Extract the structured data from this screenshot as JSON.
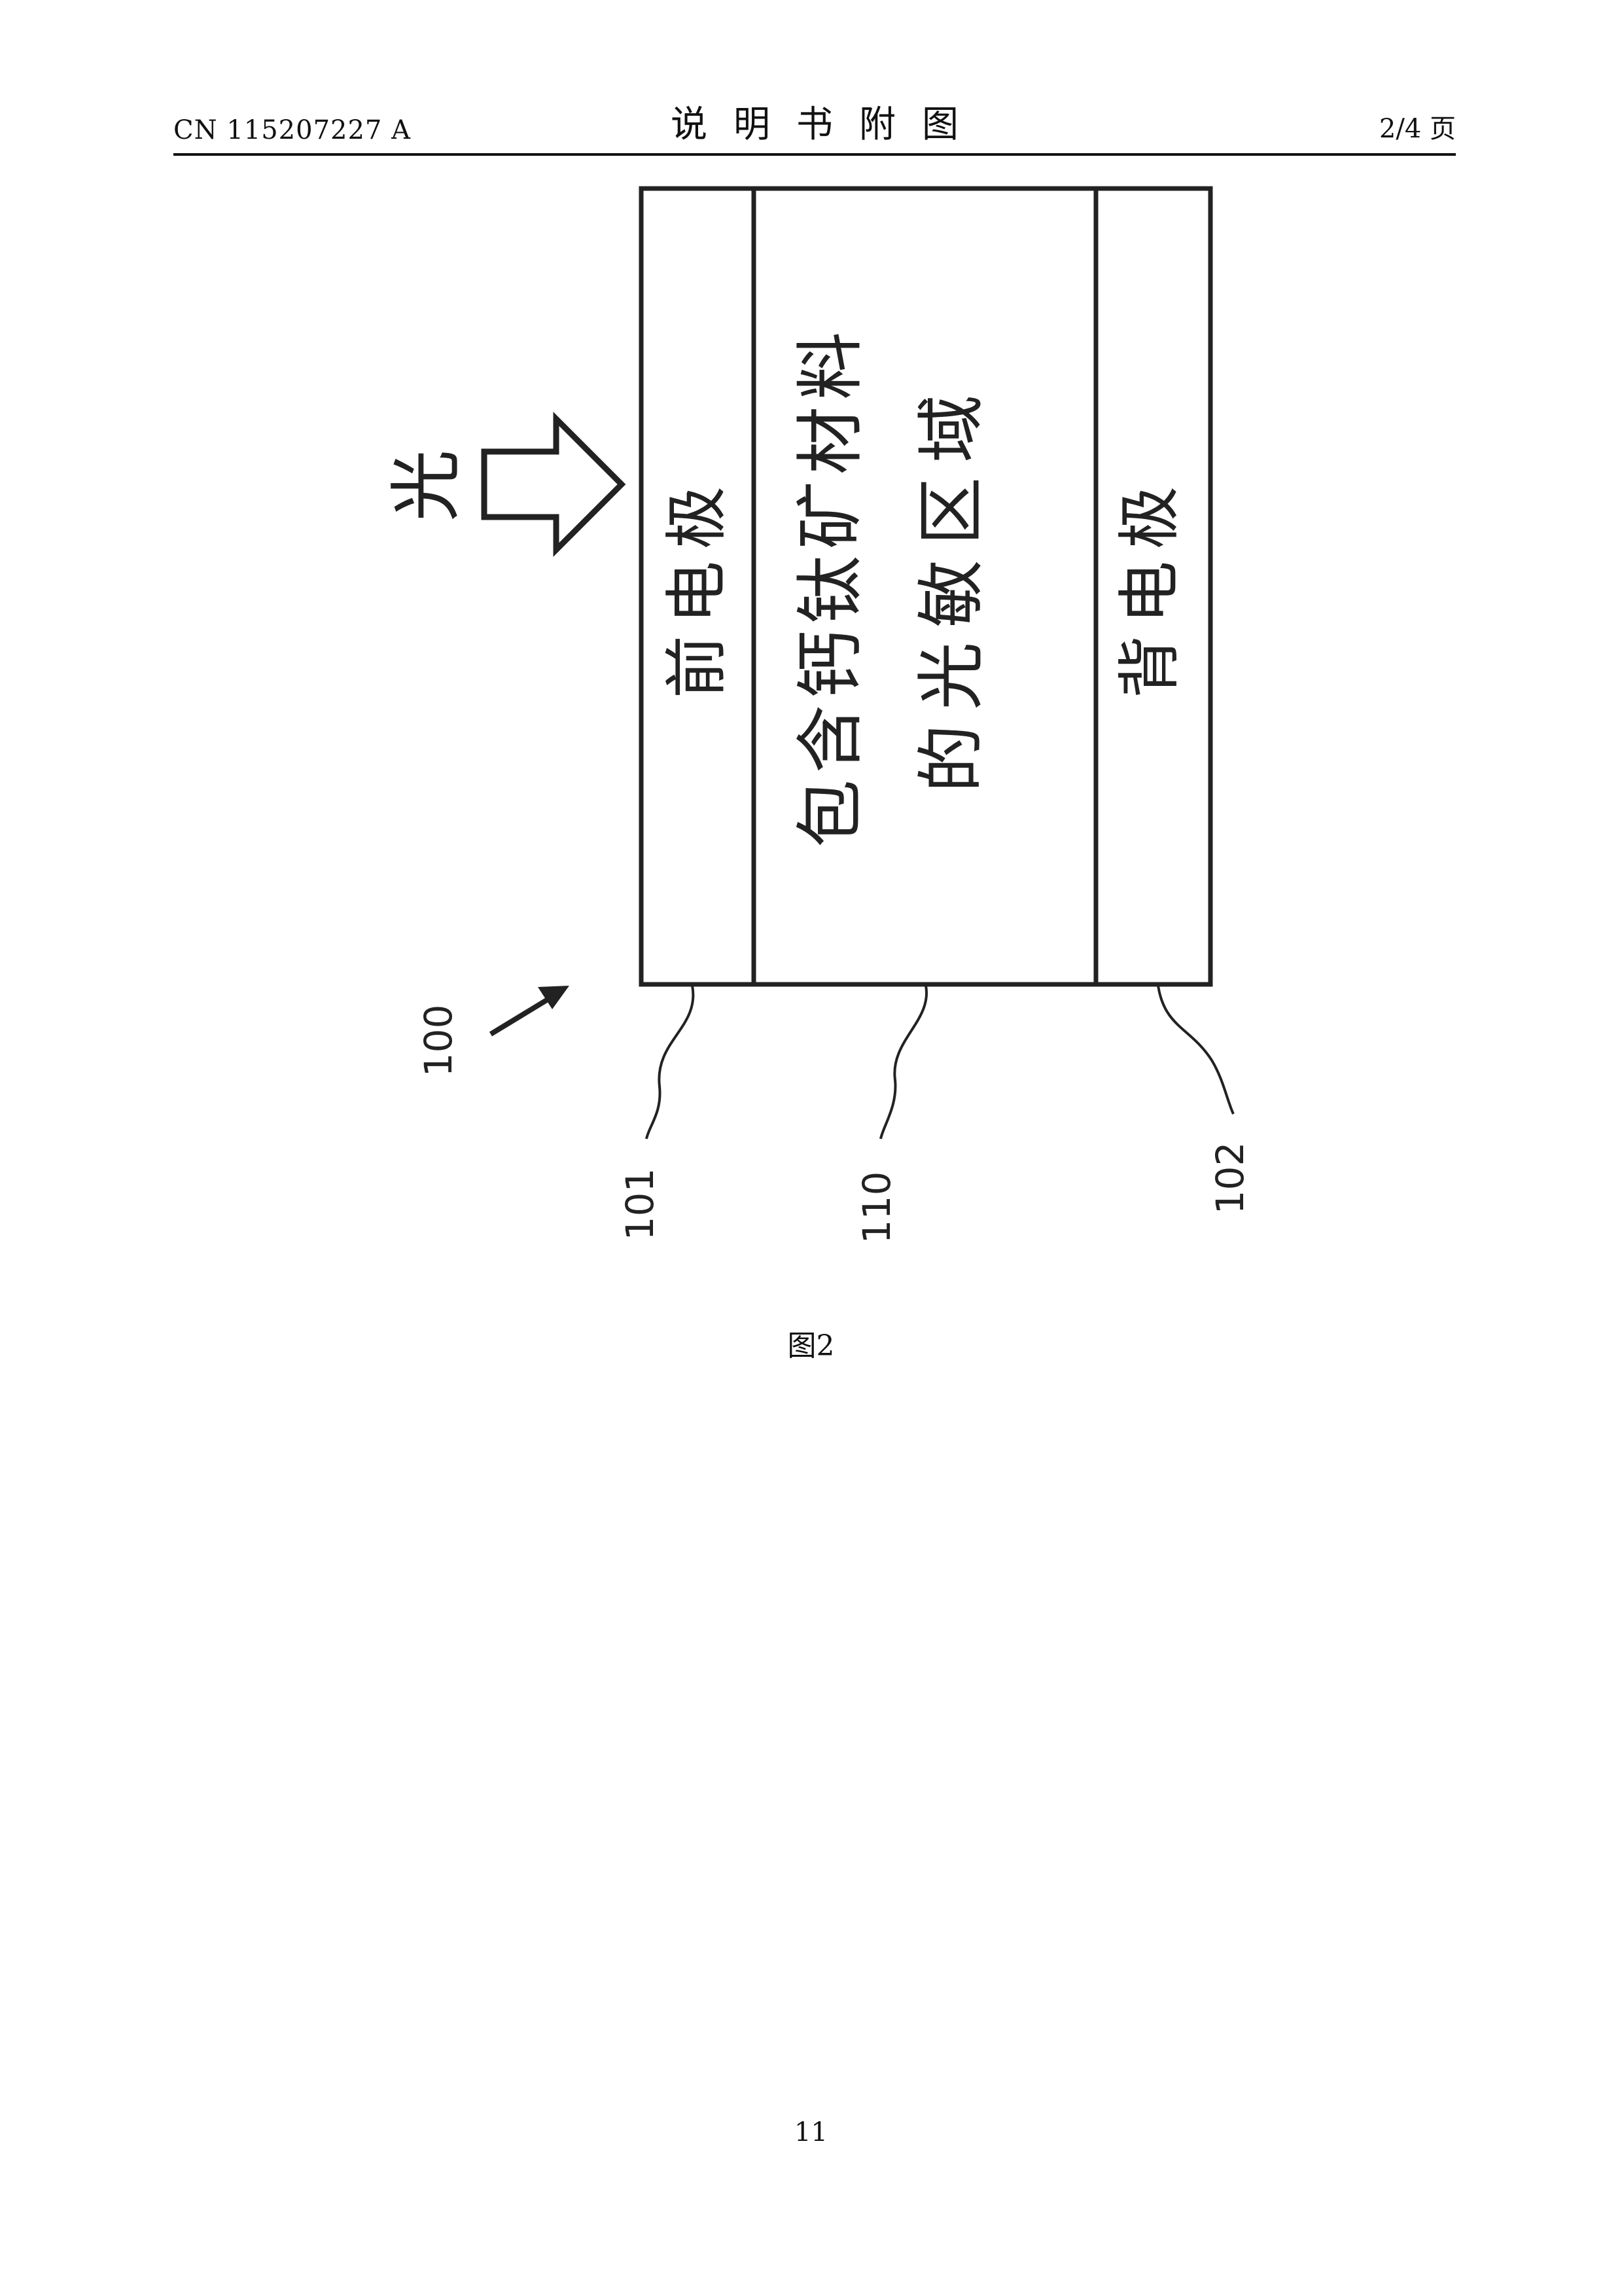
{
  "header": {
    "publication_number": "CN 115207227 A",
    "section_title": "说明书附图",
    "page_indicator": "2/4 页"
  },
  "figure": {
    "light_label": "光",
    "layers": {
      "front_electrode": "前电极",
      "active_line1": "包含钙钛矿材料",
      "active_line2": "的光敏区域",
      "back_electrode": "背电极"
    },
    "reference_numerals": {
      "device": "100",
      "front_electrode": "101",
      "active_region": "110",
      "back_electrode": "102"
    },
    "caption": "图2"
  },
  "footer": {
    "page_number": "11"
  }
}
